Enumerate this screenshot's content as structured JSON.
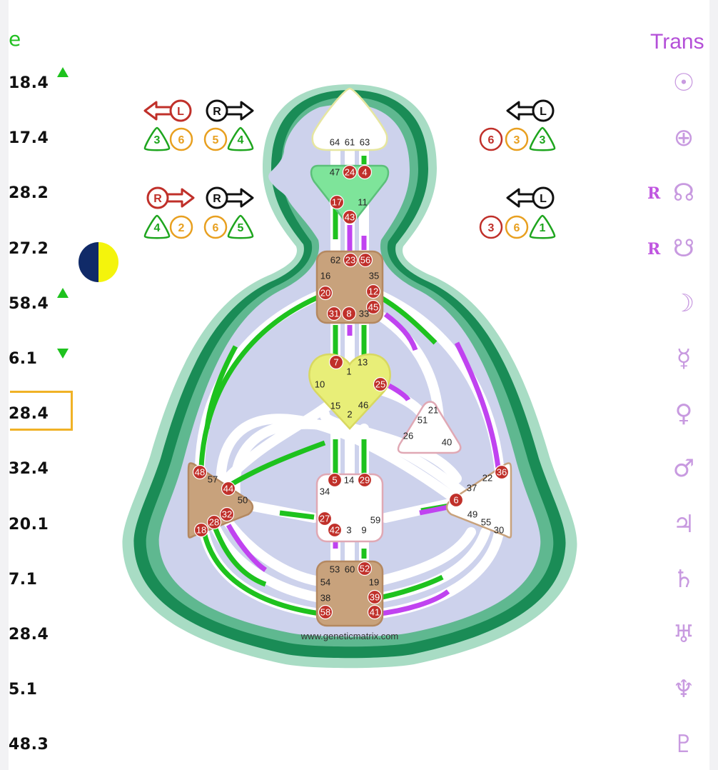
{
  "left_panel": {
    "header_fragment": "e",
    "values": [
      "18.4",
      "17.4",
      "28.2",
      "27.2",
      "58.4",
      "6.1",
      "28.4",
      "32.4",
      "20.1",
      "7.1",
      "28.4",
      "5.1",
      "48.3"
    ],
    "arrows": [
      {
        "row": 0,
        "dir": "up"
      },
      {
        "row": 4,
        "dir": "up"
      },
      {
        "row": 5,
        "dir": "down"
      }
    ],
    "selected_row": 6,
    "accent_color": "#1ec21e",
    "selection_color": "#f0b226"
  },
  "right_panel": {
    "header": "Trans",
    "header_color": "#b450d8",
    "planets": [
      {
        "name": "sun-icon",
        "glyph": "☉",
        "retro": ""
      },
      {
        "name": "earth-icon",
        "glyph": "⊕",
        "retro": ""
      },
      {
        "name": "north-node-icon",
        "glyph": "☊",
        "retro": "R"
      },
      {
        "name": "south-node-icon",
        "glyph": "☋",
        "retro": "R"
      },
      {
        "name": "moon-icon",
        "glyph": "☽",
        "retro": ""
      },
      {
        "name": "mercury-icon",
        "glyph": "☿",
        "retro": ""
      },
      {
        "name": "venus-icon",
        "glyph": "♀",
        "retro": ""
      },
      {
        "name": "mars-icon",
        "glyph": "♂",
        "retro": ""
      },
      {
        "name": "jupiter-icon",
        "glyph": "♃",
        "retro": ""
      },
      {
        "name": "saturn-icon",
        "glyph": "♄",
        "retro": ""
      },
      {
        "name": "uranus-icon",
        "glyph": "♅",
        "retro": ""
      },
      {
        "name": "neptune-icon",
        "glyph": "♆",
        "retro": ""
      },
      {
        "name": "pluto-icon",
        "glyph": "♇",
        "retro": ""
      }
    ]
  },
  "bodygraph": {
    "watermark": "www.geneticmatrix.com",
    "colors": {
      "defined_channel": "#1ec21e",
      "transit_channel": "#c043f0",
      "activated_gate": "#c0302a",
      "variable_red": "#c0302a",
      "variable_green": "#1ea51e",
      "variable_orange": "#e8a020",
      "aura_dark": "#0f7a46",
      "aura_light": "#a8dcc4",
      "body_fill": "#cdd2ec"
    },
    "variables": {
      "top_left": {
        "arrows": [
          "L",
          "R"
        ],
        "arrow_dirs": [
          "left",
          "right"
        ],
        "arrow_colors": [
          "#c0302a",
          "#111111"
        ],
        "numbers": [
          "3",
          "6",
          "5",
          "4"
        ],
        "shapes": [
          "tri",
          "circ",
          "circ",
          "tri"
        ],
        "num_colors": [
          "#1ea51e",
          "#e8a020",
          "#e8a020",
          "#1ea51e"
        ]
      },
      "bottom_left": {
        "arrows": [
          "R",
          "R"
        ],
        "arrow_dirs": [
          "right",
          "right"
        ],
        "arrow_colors": [
          "#c0302a",
          "#111111"
        ],
        "numbers": [
          "4",
          "2",
          "6",
          "5"
        ],
        "shapes": [
          "tri",
          "circ",
          "circ",
          "tri"
        ],
        "num_colors": [
          "#1ea51e",
          "#e8a020",
          "#e8a020",
          "#1ea51e"
        ]
      },
      "top_right": {
        "arrows": [
          "L"
        ],
        "arrow_dirs": [
          "left"
        ],
        "arrow_colors": [
          "#111111"
        ],
        "numbers": [
          "6",
          "3",
          "3"
        ],
        "shapes": [
          "circ",
          "circ",
          "tri"
        ],
        "num_colors": [
          "#c0302a",
          "#e8a020",
          "#1ea51e"
        ]
      },
      "bottom_right": {
        "arrows": [
          "L"
        ],
        "arrow_dirs": [
          "left"
        ],
        "arrow_colors": [
          "#111111"
        ],
        "numbers": [
          "3",
          "6",
          "1"
        ],
        "shapes": [
          "circ",
          "circ",
          "tri"
        ],
        "num_colors": [
          "#c0302a",
          "#e8a020",
          "#1ea51e"
        ]
      }
    },
    "centers": [
      {
        "name": "head-center",
        "fill": "#ffffff",
        "stroke": "#e6e6a0"
      },
      {
        "name": "ajna-center",
        "fill": "#7ee49a",
        "stroke": "#5bc07a"
      },
      {
        "name": "throat-center",
        "fill": "#c8a27c",
        "stroke": "#b48860"
      },
      {
        "name": "g-center",
        "fill": "#e8ee78",
        "stroke": "#d8d860"
      },
      {
        "name": "ego-center",
        "fill": "#ffffff",
        "stroke": "#e0a8b4"
      },
      {
        "name": "sacral-center",
        "fill": "#ffffff",
        "stroke": "#e0a8b4"
      },
      {
        "name": "spleen-center",
        "fill": "#c8a27c",
        "stroke": "#b48860"
      },
      {
        "name": "solar-plexus-center",
        "fill": "#ffffff",
        "stroke": "#c8a27c"
      },
      {
        "name": "root-center",
        "fill": "#c8a27c",
        "stroke": "#b48860"
      }
    ],
    "gates": [
      {
        "n": "64",
        "a": false
      },
      {
        "n": "61",
        "a": false
      },
      {
        "n": "63",
        "a": false
      },
      {
        "n": "47",
        "a": false
      },
      {
        "n": "24",
        "a": true
      },
      {
        "n": "4",
        "a": true
      },
      {
        "n": "17",
        "a": true
      },
      {
        "n": "11",
        "a": false
      },
      {
        "n": "43",
        "a": true
      },
      {
        "n": "62",
        "a": false
      },
      {
        "n": "23",
        "a": true
      },
      {
        "n": "56",
        "a": true
      },
      {
        "n": "16",
        "a": false
      },
      {
        "n": "35",
        "a": false
      },
      {
        "n": "20",
        "a": true
      },
      {
        "n": "12",
        "a": true
      },
      {
        "n": "45",
        "a": true
      },
      {
        "n": "31",
        "a": true
      },
      {
        "n": "8",
        "a": true
      },
      {
        "n": "33",
        "a": false
      },
      {
        "n": "7",
        "a": true
      },
      {
        "n": "13",
        "a": false
      },
      {
        "n": "1",
        "a": false
      },
      {
        "n": "10",
        "a": false
      },
      {
        "n": "25",
        "a": true
      },
      {
        "n": "15",
        "a": false
      },
      {
        "n": "46",
        "a": false
      },
      {
        "n": "2",
        "a": false
      },
      {
        "n": "21",
        "a": false
      },
      {
        "n": "51",
        "a": false
      },
      {
        "n": "26",
        "a": false
      },
      {
        "n": "40",
        "a": false
      },
      {
        "n": "5",
        "a": true
      },
      {
        "n": "14",
        "a": false
      },
      {
        "n": "29",
        "a": true
      },
      {
        "n": "34",
        "a": false
      },
      {
        "n": "27",
        "a": true
      },
      {
        "n": "59",
        "a": false
      },
      {
        "n": "42",
        "a": true
      },
      {
        "n": "3",
        "a": false
      },
      {
        "n": "9",
        "a": false
      },
      {
        "n": "48",
        "a": true
      },
      {
        "n": "57",
        "a": false
      },
      {
        "n": "44",
        "a": true
      },
      {
        "n": "50",
        "a": false
      },
      {
        "n": "32",
        "a": true
      },
      {
        "n": "28",
        "a": true
      },
      {
        "n": "18",
        "a": true
      },
      {
        "n": "22",
        "a": false
      },
      {
        "n": "36",
        "a": true
      },
      {
        "n": "37",
        "a": false
      },
      {
        "n": "6",
        "a": true
      },
      {
        "n": "49",
        "a": false
      },
      {
        "n": "55",
        "a": false
      },
      {
        "n": "30",
        "a": false
      },
      {
        "n": "53",
        "a": false
      },
      {
        "n": "60",
        "a": false
      },
      {
        "n": "52",
        "a": true
      },
      {
        "n": "54",
        "a": false
      },
      {
        "n": "19",
        "a": false
      },
      {
        "n": "38",
        "a": false
      },
      {
        "n": "39",
        "a": true
      },
      {
        "n": "58",
        "a": true
      },
      {
        "n": "41",
        "a": true
      }
    ]
  }
}
